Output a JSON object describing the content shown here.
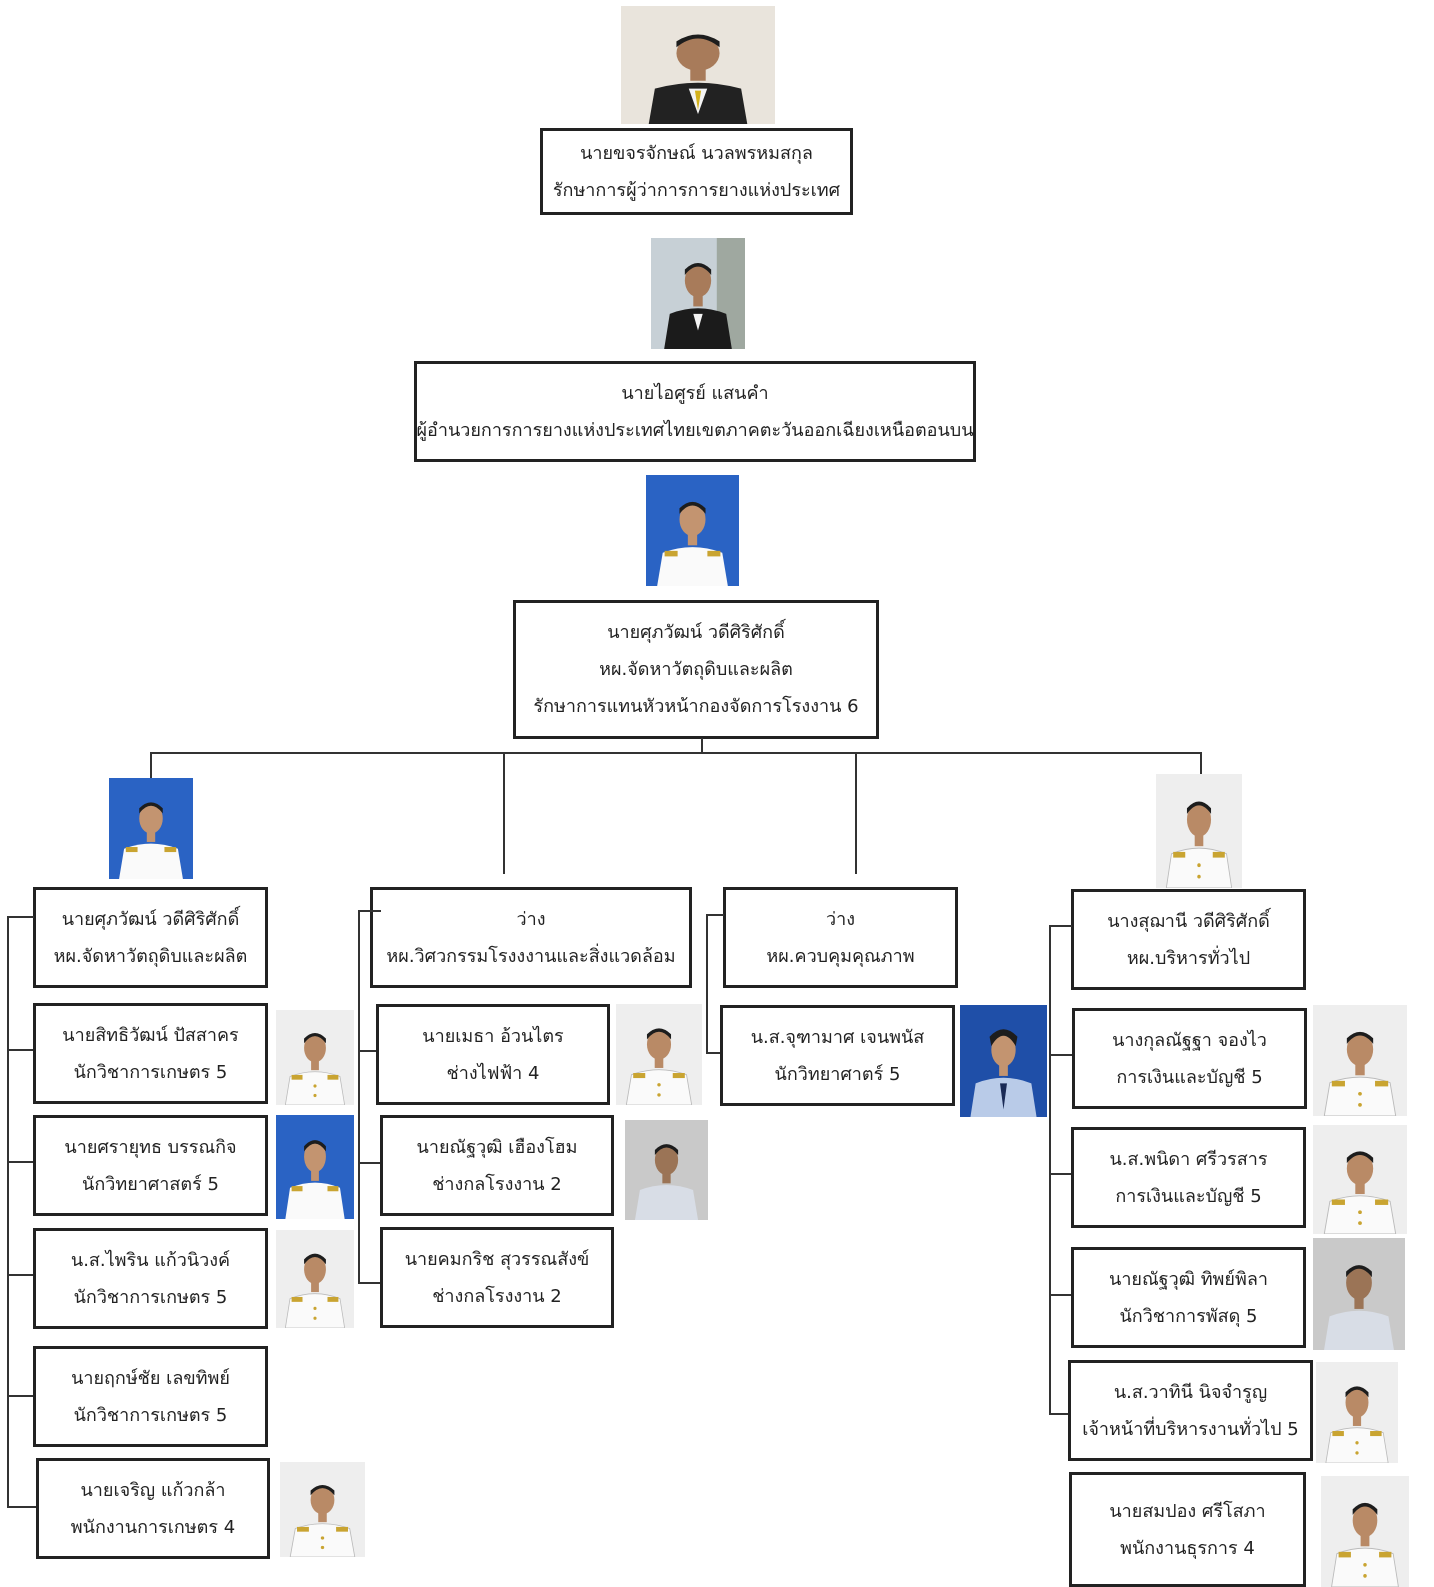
{
  "top": {
    "name": "นายขจรจักษณ์ นวลพรหมสกุล",
    "title": "รักษาการผู้ว่าการการยางแห่งประเทศ"
  },
  "director": {
    "name": "นายไอศูรย์ แสนคำ",
    "title": "ผู้อำนวยการการยางแห่งประเทศไทยเขตภาคตะวันออกเฉียงเหนือตอนบน"
  },
  "manager": {
    "name": "นายศุภวัฒน์ วดีศิริศักดิ์",
    "line2": "หผ.จัดหาวัตถุดิบและผลิต",
    "line3": "รักษาการแทนหัวหน้ากองจัดการโรงงาน 6"
  },
  "col1": {
    "head": {
      "name": "นายศุภวัฒน์ วดีศิริศักดิ์",
      "title": "หผ.จัดหาวัตถุดิบและผลิต"
    },
    "staff": [
      {
        "name": "นายสิทธิวัฒน์ ปัสสาคร",
        "title": "นักวิชาการเกษตร 5"
      },
      {
        "name": "นายศรายุทธ บรรณกิจ",
        "title": "นักวิทยาศาสตร์ 5"
      },
      {
        "name": "น.ส.ไพริน แก้วนิวงค์",
        "title": "นักวิชาการเกษตร 5"
      },
      {
        "name": "นายฤกษ์ชัย เลขทิพย์",
        "title": "นักวิชาการเกษตร 5"
      },
      {
        "name": "นายเจริญ แก้วกล้า",
        "title": "พนักงานการเกษตร 4"
      }
    ]
  },
  "col2": {
    "head": {
      "name": "ว่าง",
      "title": "หผ.วิศวกรรมโรงงงานและสิ่งแวดล้อม"
    },
    "staff": [
      {
        "name": "นายเมธา อ้วนไตร",
        "title": "ช่างไฟฟ้า 4"
      },
      {
        "name": "นายณัฐวุฒิ เฮืองโฮม",
        "title": "ช่างกลโรงงาน 2"
      },
      {
        "name": "นายคมกริช สุวรรณสังข์",
        "title": "ช่างกลโรงงาน 2"
      }
    ]
  },
  "col3": {
    "head": {
      "name": "ว่าง",
      "title": "หผ.ควบคุมคุณภาพ"
    },
    "staff": [
      {
        "name": "น.ส.จุฑามาศ เจนพนัส",
        "title": "นักวิทยาศาตร์ 5"
      }
    ]
  },
  "col4": {
    "head": {
      "name": "นางสุฌานี  วดีศิริศักดิ์",
      "title": "หผ.บริหารทั่วไป"
    },
    "staff": [
      {
        "name": "นางกุลณัฐฐา จองไว",
        "title": "การเงินและบัญชี 5"
      },
      {
        "name": "น.ส.พนิดา ศรีวรสาร",
        "title": "การเงินและบัญชี 5"
      },
      {
        "name": "นายณัฐวุฒิ ทิพย์พิลา",
        "title": "นักวิชาการพัสดุ 5"
      },
      {
        "name": "น.ส.วาทินี นิจจำรูญ",
        "title": "เจ้าหน้าที่บริหารงานทั่วไป 5"
      },
      {
        "name": "นายสมปอง  ศรีโสภา",
        "title": "พนักงานธุรการ 4"
      }
    ]
  }
}
